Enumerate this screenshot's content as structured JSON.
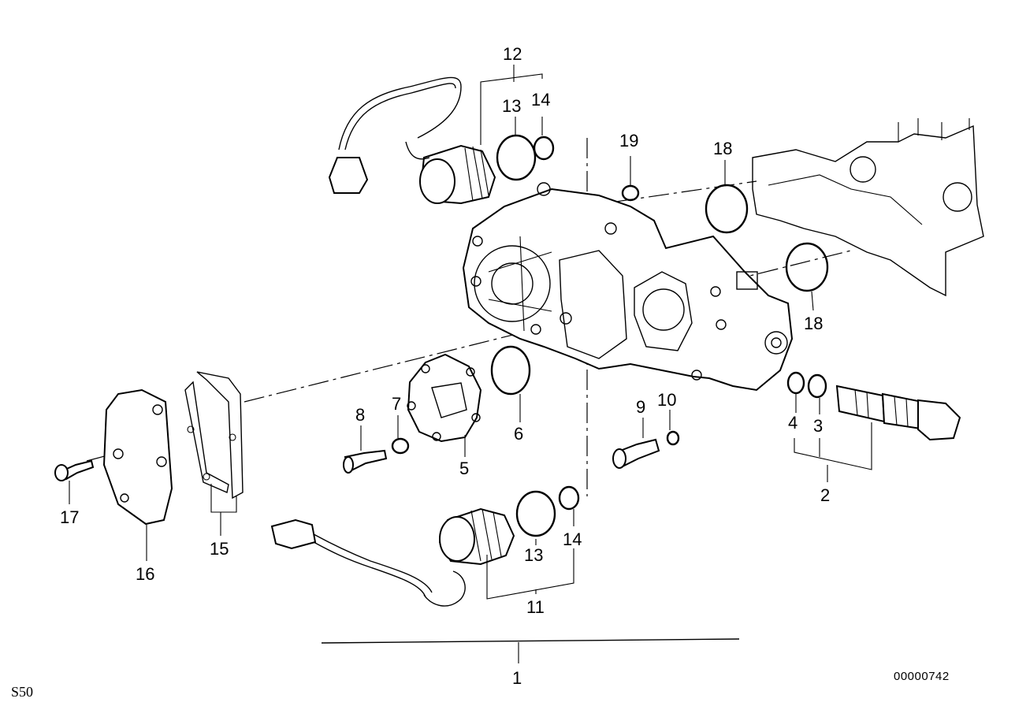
{
  "callouts": {
    "c1": "1",
    "c2": "2",
    "c3": "3",
    "c4": "4",
    "c5": "5",
    "c6": "6",
    "c7": "7",
    "c8": "8",
    "c9": "9",
    "c10": "10",
    "c11": "11",
    "c12": "12",
    "c13_top": "13",
    "c14_top": "14",
    "c13_bottom": "13",
    "c14_bottom": "14",
    "c15": "15",
    "c16": "16",
    "c17": "17",
    "c18_top": "18",
    "c18_mid": "18",
    "c19": "19"
  },
  "corner_label": "S50",
  "doc_number": "00000742"
}
